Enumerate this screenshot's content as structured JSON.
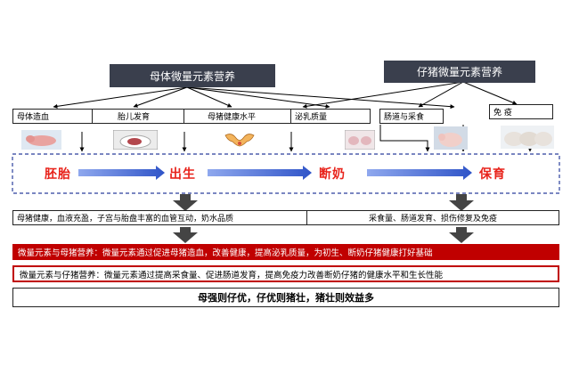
{
  "headers": {
    "maternal": "母体微量元素营养",
    "piglet": "仔猪微量元素营养"
  },
  "categories": [
    "母体造血",
    "胎儿发育",
    "母猪健康水平",
    "泌乳质量",
    "肠道与采食",
    "免 疫"
  ],
  "stages": [
    "胚胎",
    "出生",
    "断奶",
    "保育"
  ],
  "outcomes": {
    "left": "母猪健康，血液充盈，子宫与胎盘丰富的血管互动，奶水品质",
    "right": "采食量、肠道发育、损伤修复及免疫"
  },
  "summaries": {
    "maternal": "微量元素与母猪营养：微量元素通过促进母猪造血，改善健康，提高泌乳质量，为初生、断奶仔猪健康打好基础",
    "piglet": "微量元素与仔猪营养：微量元素通过提高采食量、促进肠道发育，提高免疫力改善断奶仔猪的健康水平和生长性能"
  },
  "motto": "母强则仔优，仔优则猪壮，猪壮则效益多",
  "colors": {
    "header_bg": "#3a3f4d",
    "stage_text": "#e8231b",
    "stage_arrow": "#4a6fd4",
    "summary_red": "#c00000",
    "dashed_border": "#2b3f9c"
  },
  "icons": [
    "embryo-image",
    "fetus-image",
    "uterus-icon",
    "milk-image",
    "piglet-image",
    "piglets-image"
  ]
}
